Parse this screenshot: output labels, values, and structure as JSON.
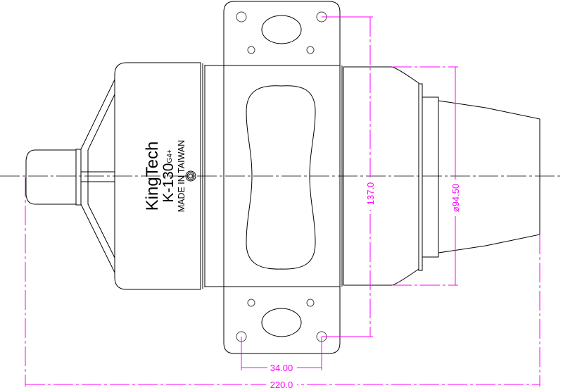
{
  "drawing": {
    "brand": "KingTech",
    "model": "K-130",
    "model_suffix": "G4+",
    "origin": "MADE IN TAIWAN"
  },
  "dimensions": {
    "mount_height": "137.0",
    "exhaust_diameter": "ø94.50",
    "hole_spacing": "34.00",
    "overall_length": "220.0"
  },
  "colors": {
    "outline": "#000000",
    "dimension": "#ff00ff"
  }
}
